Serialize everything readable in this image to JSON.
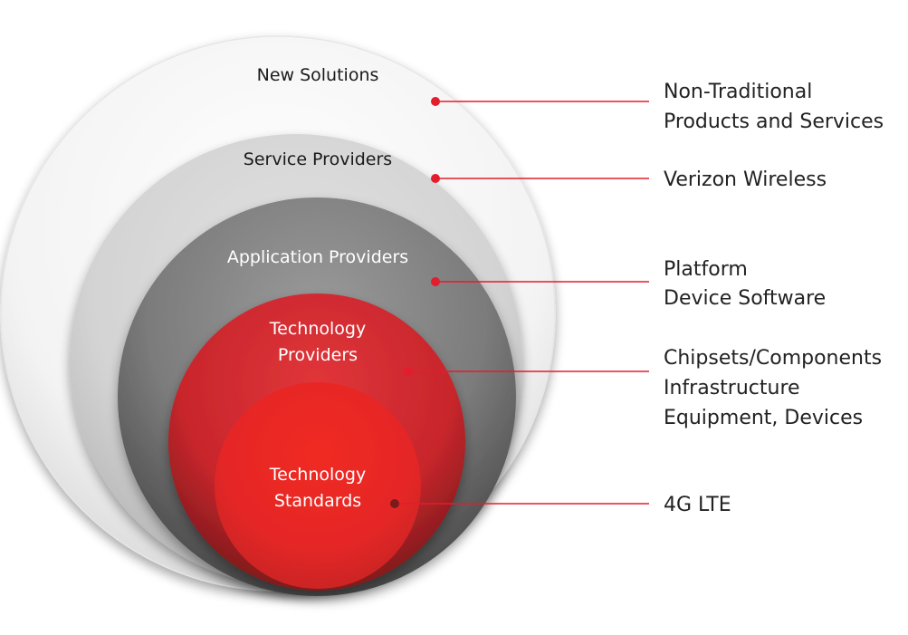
{
  "colors": {
    "accent": "#e31d2b",
    "ring_outer": "#f4f4f4",
    "ring_service": "#d6d6d6",
    "ring_application": "#808080",
    "ring_technology": "#d42a30",
    "ring_standards": "#ec2424"
  },
  "rings": [
    {
      "id": "new-solutions",
      "lines": [
        "New Solutions"
      ]
    },
    {
      "id": "service-providers",
      "lines": [
        "Service Providers"
      ]
    },
    {
      "id": "application-providers",
      "lines": [
        "Application Providers"
      ]
    },
    {
      "id": "technology-providers",
      "lines": [
        "Technology",
        "Providers"
      ]
    },
    {
      "id": "technology-standards",
      "lines": [
        "Technology",
        "Standards"
      ]
    }
  ],
  "side_labels": [
    {
      "ring": "new-solutions",
      "lines": [
        "Non-Traditional",
        "Products and Services"
      ]
    },
    {
      "ring": "service-providers",
      "lines": [
        "Verizon Wireless"
      ]
    },
    {
      "ring": "application-providers",
      "lines": [
        "Platform",
        "Device Software"
      ]
    },
    {
      "ring": "technology-providers",
      "lines": [
        "Chipsets/Components",
        "Infrastructure",
        "Equipment, Devices"
      ]
    },
    {
      "ring": "technology-standards",
      "lines": [
        "4G LTE"
      ]
    }
  ]
}
